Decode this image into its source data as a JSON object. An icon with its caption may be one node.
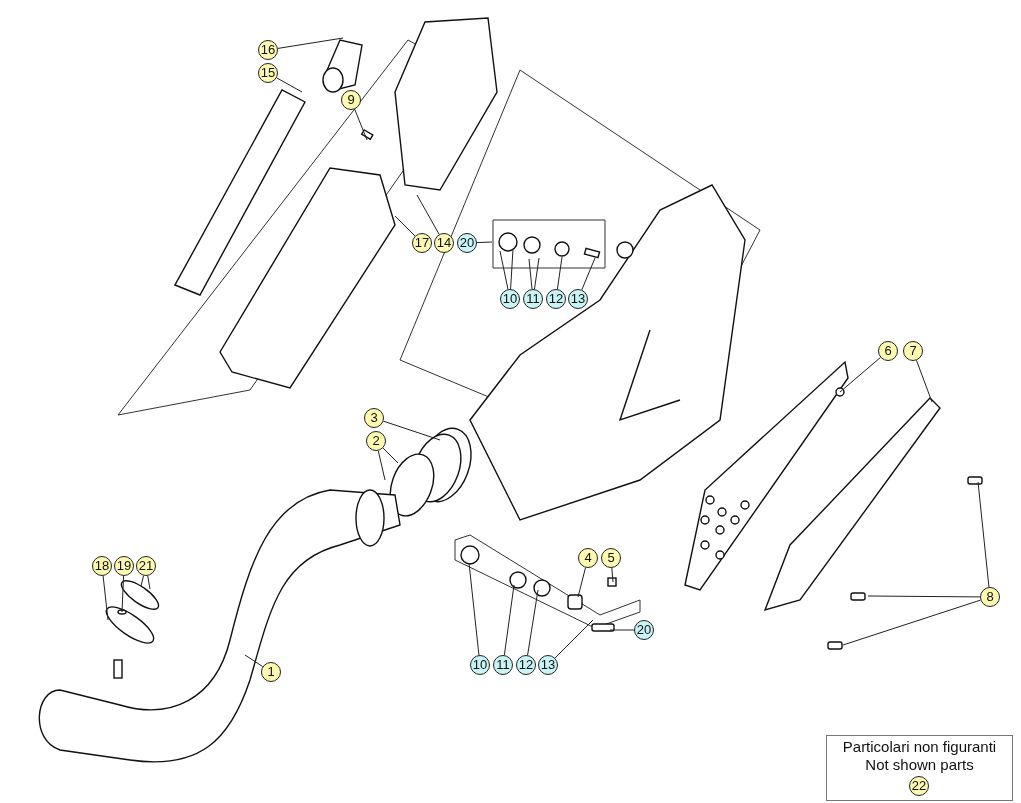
{
  "diagram": {
    "nodes": [
      {
        "text": [
          "16"
        ]
      },
      {
        "text": [
          "15"
        ]
      },
      {
        "text": [
          "9"
        ]
      },
      {
        "text": [
          "17"
        ]
      },
      {
        "text": [
          "14"
        ]
      },
      {
        "text": [
          "20"
        ]
      },
      {
        "text": [
          "10"
        ]
      },
      {
        "text": [
          "11"
        ]
      },
      {
        "text": [
          "12"
        ]
      },
      {
        "text": [
          "13"
        ]
      },
      {
        "text": [
          "6"
        ]
      },
      {
        "text": [
          "7"
        ]
      },
      {
        "text": [
          "3"
        ]
      },
      {
        "text": [
          "2"
        ]
      },
      {
        "text": [
          "1"
        ]
      },
      {
        "text": [
          "18"
        ]
      },
      {
        "text": [
          "19"
        ]
      },
      {
        "text": [
          "21"
        ]
      },
      {
        "text": [
          "4"
        ]
      },
      {
        "text": [
          "5"
        ]
      },
      {
        "text": [
          "20"
        ]
      },
      {
        "text": [
          "10"
        ]
      },
      {
        "text": [
          "11"
        ]
      },
      {
        "text": [
          "12"
        ]
      },
      {
        "text": [
          "13"
        ]
      },
      {
        "text": [
          "8"
        ]
      },
      {
        "text": [
          "Particolari non figuranti",
          "Not shown parts"
        ]
      },
      {
        "text": [
          "22"
        ],
        "in": 26
      }
    ],
    "edges": [
      {
        "from": 0,
        "to": null,
        "arrow": "none"
      },
      {
        "from": 1,
        "to": null,
        "arrow": "none"
      },
      {
        "from": 2,
        "to": null,
        "arrow": "none"
      },
      {
        "from": 3,
        "to": null,
        "arrow": "none"
      },
      {
        "from": 4,
        "to": null,
        "arrow": "none"
      },
      {
        "from": 5,
        "to": null,
        "arrow": "none"
      },
      {
        "from": 6,
        "to": null,
        "arrow": "none"
      },
      {
        "from": 6,
        "to": null,
        "arrow": "none"
      },
      {
        "from": 7,
        "to": null,
        "arrow": "none"
      },
      {
        "from": 7,
        "to": null,
        "arrow": "none"
      },
      {
        "from": 8,
        "to": null,
        "arrow": "none"
      },
      {
        "from": 9,
        "to": null,
        "arrow": "none"
      },
      {
        "from": 10,
        "to": null,
        "arrow": "none"
      },
      {
        "from": 11,
        "to": null,
        "arrow": "none"
      },
      {
        "from": 12,
        "to": null,
        "arrow": "none"
      },
      {
        "from": 13,
        "to": null,
        "arrow": "none"
      },
      {
        "from": 13,
        "to": null,
        "arrow": "none"
      },
      {
        "from": 14,
        "to": null,
        "arrow": "none"
      },
      {
        "from": 15,
        "to": null,
        "arrow": "none"
      },
      {
        "from": 16,
        "to": null,
        "arrow": "none"
      },
      {
        "from": 17,
        "to": null,
        "arrow": "none"
      },
      {
        "from": 17,
        "to": null,
        "arrow": "none"
      },
      {
        "from": 18,
        "to": null,
        "arrow": "none"
      },
      {
        "from": 19,
        "to": null,
        "arrow": "none"
      },
      {
        "from": 20,
        "to": null,
        "arrow": "none"
      },
      {
        "from": 21,
        "to": null,
        "arrow": "none"
      },
      {
        "from": 22,
        "to": null,
        "arrow": "none"
      },
      {
        "from": 23,
        "to": null,
        "arrow": "none"
      },
      {
        "from": 24,
        "to": null,
        "arrow": "none"
      },
      {
        "from": 25,
        "to": null,
        "arrow": "none"
      },
      {
        "from": 25,
        "to": null,
        "arrow": "none"
      },
      {
        "from": 25,
        "to": null,
        "arrow": "none"
      }
    ]
  }
}
